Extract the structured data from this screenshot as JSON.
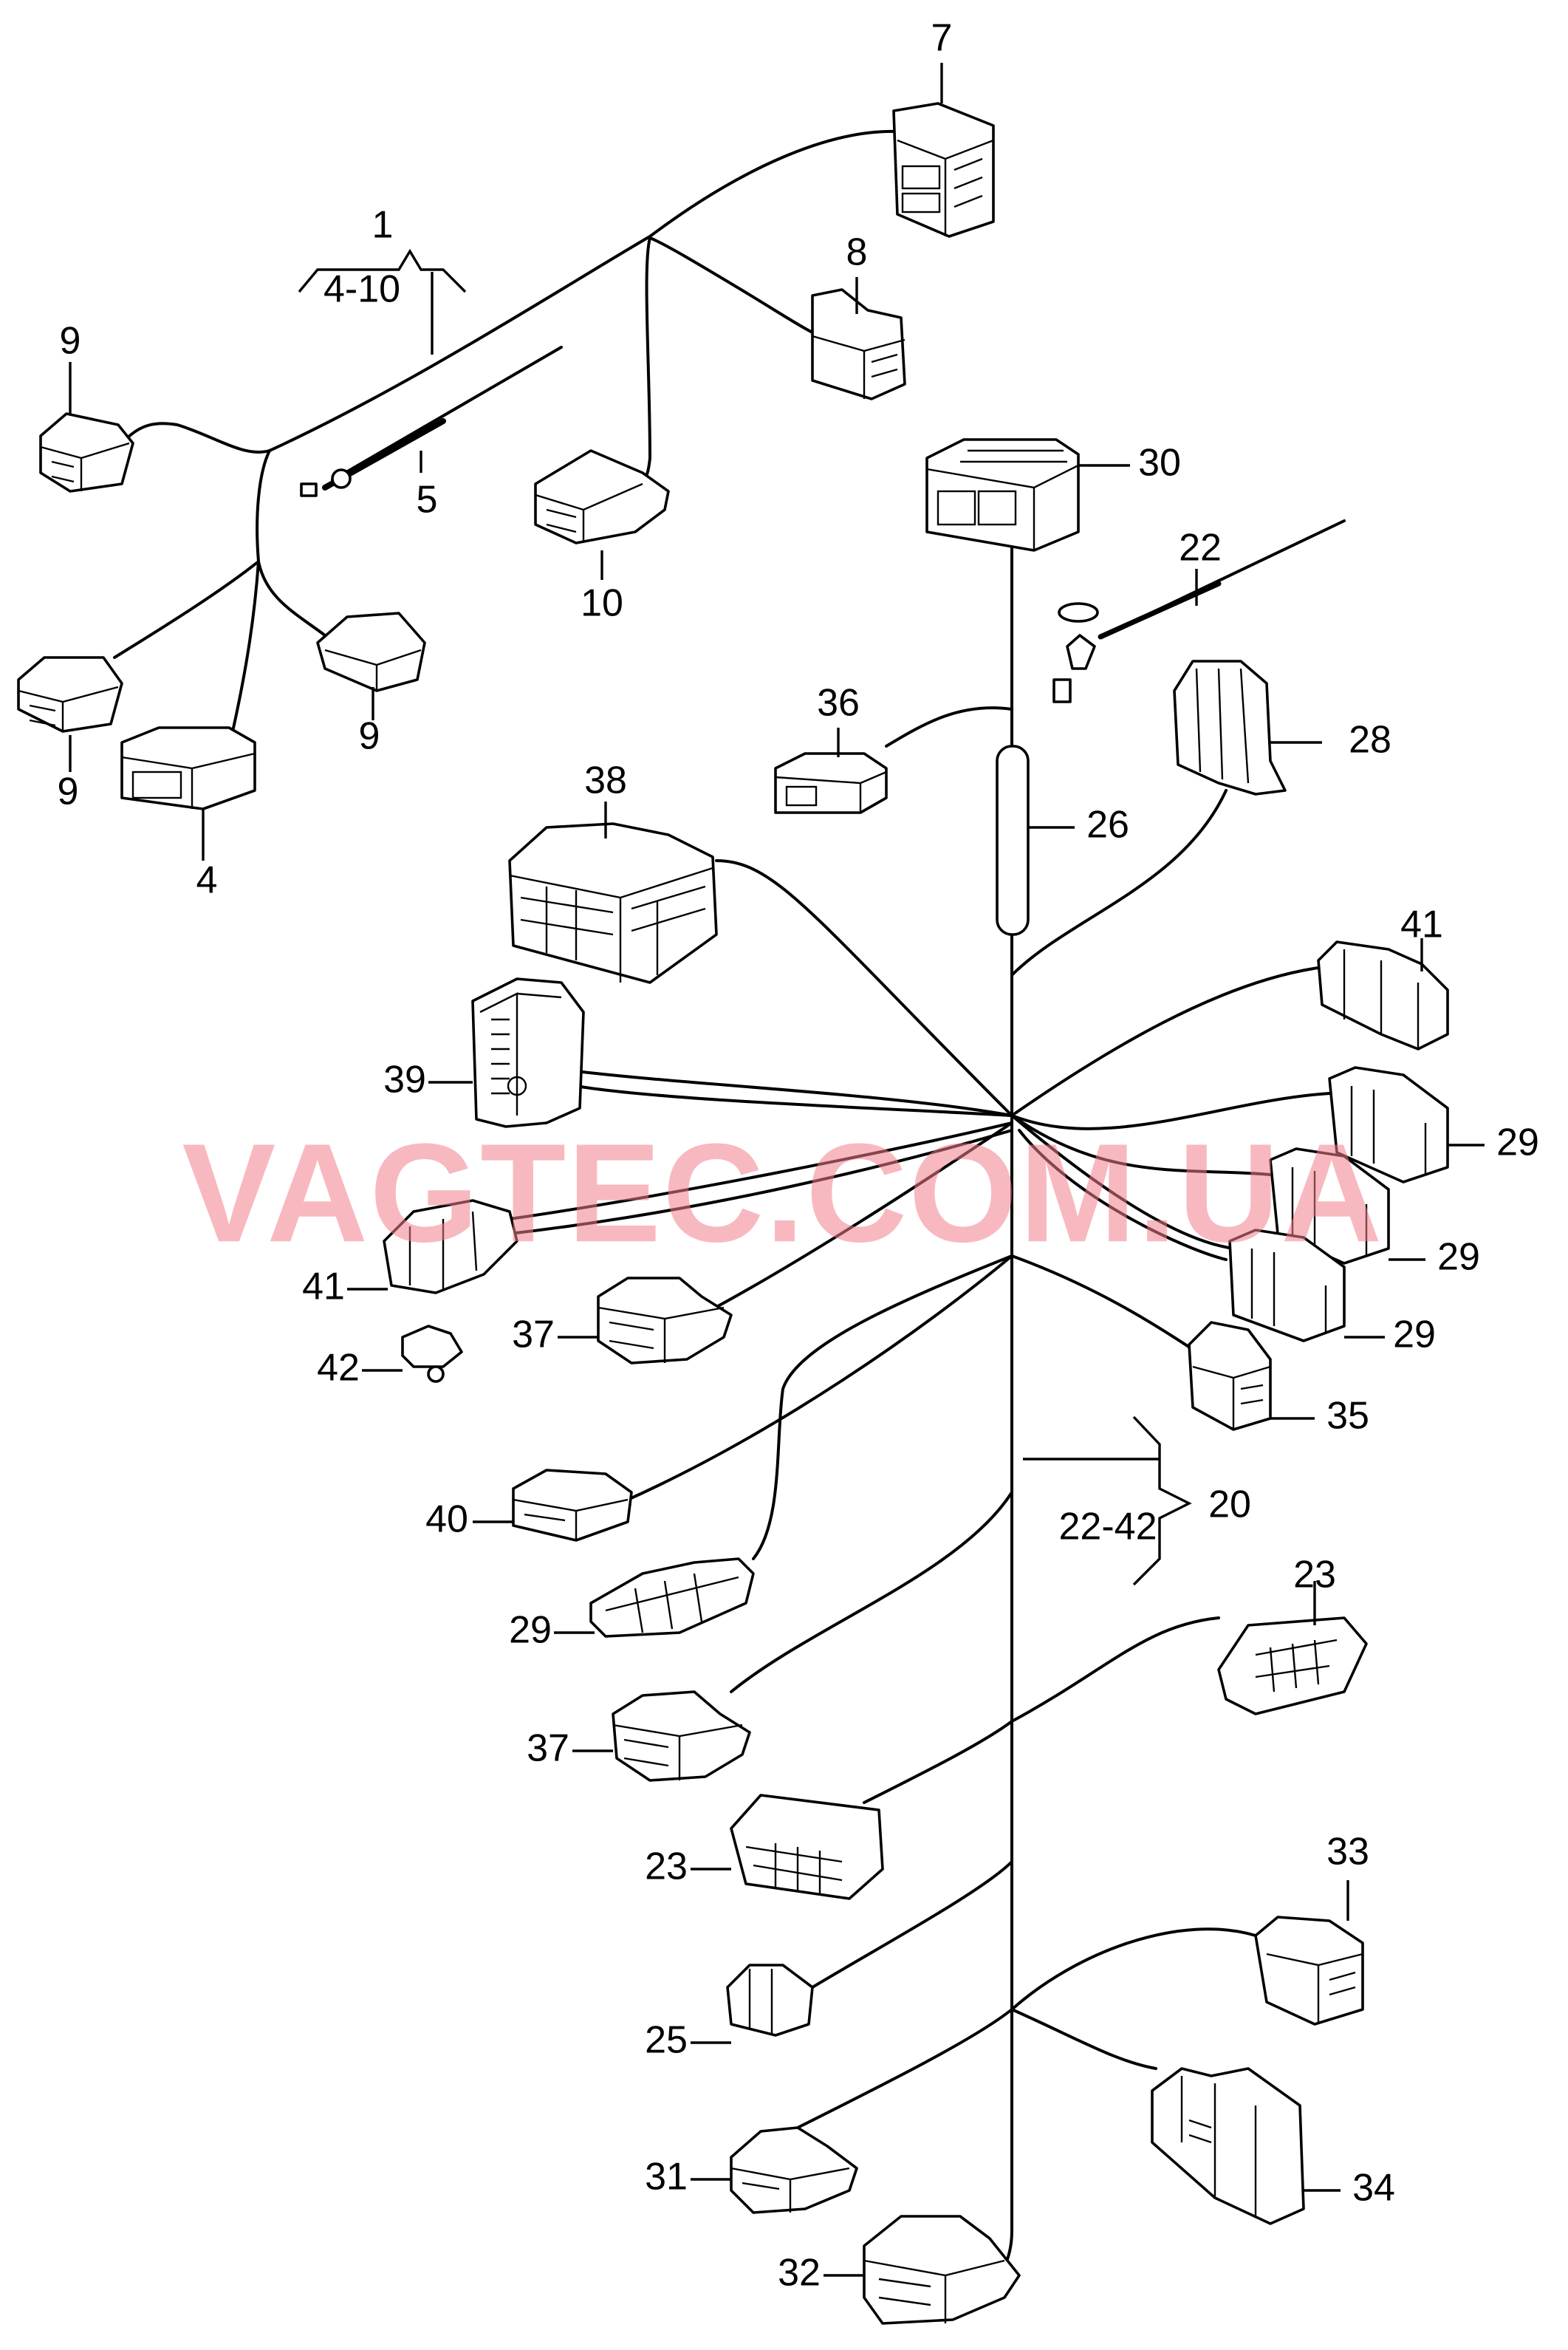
{
  "watermark": "VAGTEC.COM.UA",
  "groups": [
    {
      "id": "group-1",
      "part": "1",
      "range": "4-10"
    },
    {
      "id": "group-20",
      "part": "20",
      "range": "22-42"
    }
  ],
  "callouts": [
    {
      "key": "c7",
      "text": "7"
    },
    {
      "key": "c8",
      "text": "8"
    },
    {
      "key": "c9a",
      "text": "9"
    },
    {
      "key": "c9b",
      "text": "9"
    },
    {
      "key": "c9c",
      "text": "9"
    },
    {
      "key": "c5",
      "text": "5"
    },
    {
      "key": "c10",
      "text": "10"
    },
    {
      "key": "c4",
      "text": "4"
    },
    {
      "key": "c30",
      "text": "30"
    },
    {
      "key": "c22",
      "text": "22"
    },
    {
      "key": "c36",
      "text": "36"
    },
    {
      "key": "c26",
      "text": "26"
    },
    {
      "key": "c28",
      "text": "28"
    },
    {
      "key": "c38",
      "text": "38"
    },
    {
      "key": "c41a",
      "text": "41"
    },
    {
      "key": "c39",
      "text": "39"
    },
    {
      "key": "c29a",
      "text": "29"
    },
    {
      "key": "c29b",
      "text": "29"
    },
    {
      "key": "c29c",
      "text": "29"
    },
    {
      "key": "c41b",
      "text": "41"
    },
    {
      "key": "c37a",
      "text": "37"
    },
    {
      "key": "c42",
      "text": "42"
    },
    {
      "key": "c35",
      "text": "35"
    },
    {
      "key": "c40",
      "text": "40"
    },
    {
      "key": "c29d",
      "text": "29"
    },
    {
      "key": "c23a",
      "text": "23"
    },
    {
      "key": "c37b",
      "text": "37"
    },
    {
      "key": "c23b",
      "text": "23"
    },
    {
      "key": "c33",
      "text": "33"
    },
    {
      "key": "c25",
      "text": "25"
    },
    {
      "key": "c34",
      "text": "34"
    },
    {
      "key": "c31",
      "text": "31"
    },
    {
      "key": "c32",
      "text": "32"
    }
  ]
}
